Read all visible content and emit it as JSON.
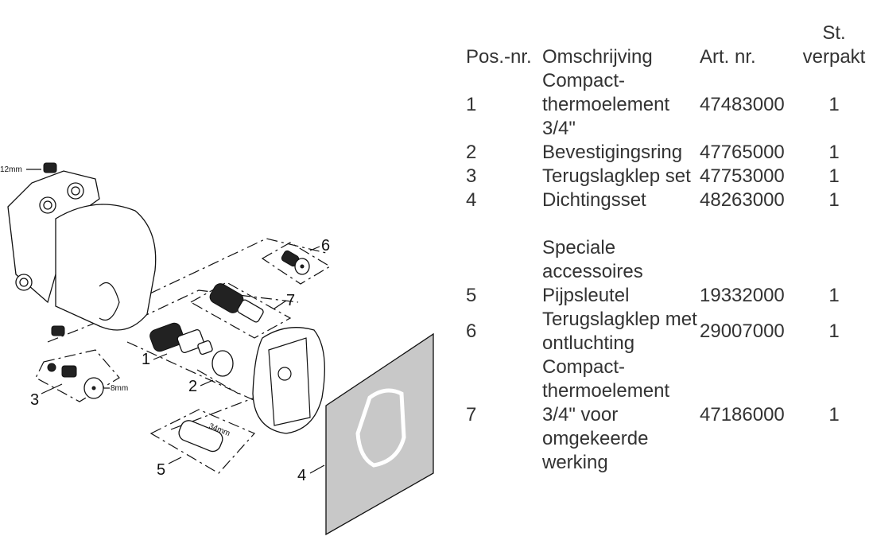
{
  "diagram": {
    "callouts": [
      "1",
      "2",
      "3",
      "4",
      "5",
      "6",
      "7"
    ],
    "dimensions": {
      "plug_wrench": "12mm",
      "check_valve_wrench": "8mm",
      "pipe_wrench": "34mm"
    },
    "colors": {
      "line": "#111111",
      "plate_fill": "#c8c8c8",
      "background": "#ffffff"
    }
  },
  "table": {
    "headers": {
      "pos": "Pos.-nr.",
      "description": "Omschrijving",
      "article": "Art. nr.",
      "qty": "St. verpakt"
    },
    "rows": [
      {
        "pos": "1",
        "description": "Compact-thermoelement 3/4\"",
        "article": "47483000",
        "qty": "1"
      },
      {
        "pos": "2",
        "description": "Bevestigingsring",
        "article": "47765000",
        "qty": "1"
      },
      {
        "pos": "3",
        "description": "Terugslagklep set",
        "article": "47753000",
        "qty": "1"
      },
      {
        "pos": "4",
        "description": "Dichtingsset",
        "article": "48263000",
        "qty": "1"
      }
    ],
    "section_title": "Speciale accessoires",
    "accessory_rows": [
      {
        "pos": "5",
        "description": "Pijpsleutel",
        "article": "19332000",
        "qty": "1"
      },
      {
        "pos": "6",
        "description": "Terugslagklep met ontluchting",
        "article": "29007000",
        "qty": "1"
      },
      {
        "pos": "7",
        "description": "Compact-thermoelement 3/4\" voor omgekeerde werking",
        "article": "47186000",
        "qty": "1"
      }
    ]
  }
}
